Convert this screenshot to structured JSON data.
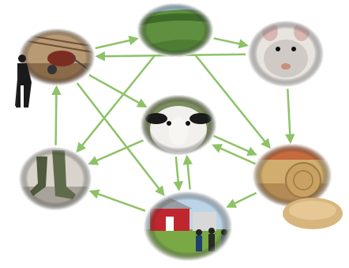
{
  "diagram": {
    "arrow_color": "#8dc267",
    "nodes": [
      {
        "id": "shovel",
        "icon": "worker-with-shovel-icon"
      },
      {
        "id": "grass",
        "icon": "grass-pasture-icon"
      },
      {
        "id": "rodent",
        "icon": "rodent-icon"
      },
      {
        "id": "sheep",
        "icon": "sheep-icon"
      },
      {
        "id": "boots",
        "icon": "muddy-boots-icon"
      },
      {
        "id": "hay",
        "icon": "hay-bales-icon"
      },
      {
        "id": "barn",
        "icon": "barn-and-people-icon"
      }
    ],
    "edges": [
      {
        "from": "shovel",
        "to": "grass"
      },
      {
        "from": "grass",
        "to": "rodent"
      },
      {
        "from": "rodent",
        "to": "shovel"
      },
      {
        "from": "rodent",
        "to": "hay"
      },
      {
        "from": "grass",
        "to": "hay"
      },
      {
        "from": "grass",
        "to": "boots"
      },
      {
        "from": "shovel",
        "to": "sheep"
      },
      {
        "from": "shovel",
        "to": "barn"
      },
      {
        "from": "sheep",
        "to": "boots"
      },
      {
        "from": "sheep",
        "to": "barn"
      },
      {
        "from": "barn",
        "to": "sheep"
      },
      {
        "from": "sheep",
        "to": "hay"
      },
      {
        "from": "hay",
        "to": "sheep"
      },
      {
        "from": "hay",
        "to": "barn"
      },
      {
        "from": "boots",
        "to": "shovel"
      },
      {
        "from": "barn",
        "to": "boots"
      }
    ]
  }
}
